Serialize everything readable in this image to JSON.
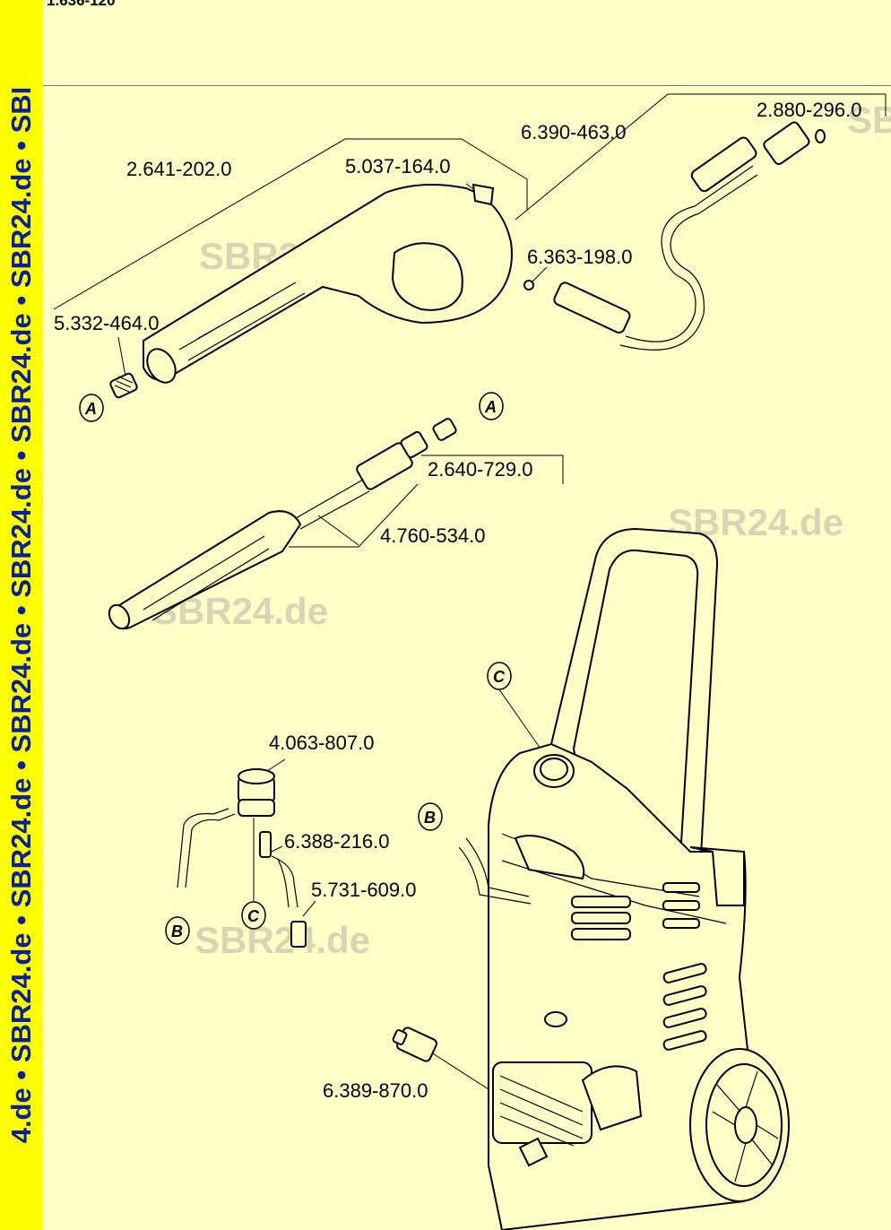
{
  "sidebar_text": "4.de • SBR24.de • SBR24.de • SBR24.de • SBR24.de • SBR24.de • SBR24.de • SBI",
  "document_code": "1.636-120",
  "watermark": "SBR24.de",
  "parts": {
    "p2880_296": "2.880-296.0",
    "p6390_463": "6.390-463.0",
    "p2641_202": "2.641-202.0",
    "p5037_164": "5.037-164.0",
    "p6363_198": "6.363-198.0",
    "p5332_464": "5.332-464.0",
    "p2640_729": "2.640-729.0",
    "p4760_534": "4.760-534.0",
    "p4063_807": "4.063-807.0",
    "p6388_216": "6.388-216.0",
    "p5731_609": "5.731-609.0",
    "p6389_870": "6.389-870.0"
  },
  "connectors": {
    "a": "A",
    "b": "B",
    "c": "C"
  },
  "colors": {
    "sidebar": "#ffff00",
    "sidebar_text": "#0a1ea0",
    "background": "#ffffc8",
    "watermark": "#d9d4b4"
  }
}
